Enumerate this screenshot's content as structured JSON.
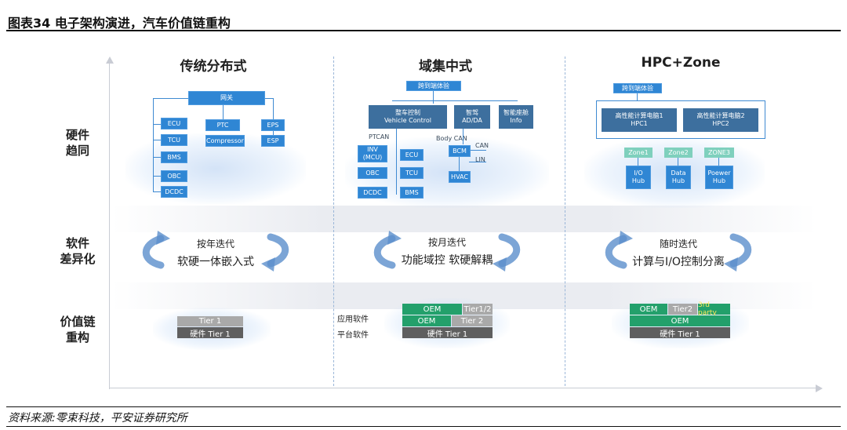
{
  "header": {
    "title": "图表34    电子架构演进，汽车价值链重构"
  },
  "footer": {
    "source": "资料来源:零束科技，平安证券研究所"
  },
  "rows": {
    "hardware": [
      "硬件",
      "趋同"
    ],
    "software": [
      "软件",
      "差异化"
    ],
    "value": [
      "价值链",
      "重构"
    ]
  },
  "columns": {
    "distributed": {
      "title": "传统分布式",
      "gateway": "网关",
      "ecus": [
        "ECU",
        "TCU",
        "BMS",
        "OBC",
        "DCDC"
      ],
      "mid": [
        "PTC",
        "Compressor"
      ],
      "right": [
        "EPS",
        "ESP"
      ],
      "software_line1": "按年迭代",
      "software_line2": "软硬一体嵌入式",
      "tier_top": "Tier 1",
      "tier_bottom": "硬件 Tier 1"
    },
    "domain": {
      "title": "域集中式",
      "top": "跨到端体验",
      "vehicle_control": [
        "整车控制",
        "Vehicle Control"
      ],
      "adas": [
        "智驾",
        "AD/DA"
      ],
      "info": [
        "智能座舱",
        "Info"
      ],
      "ptcan": "PTCAN",
      "bodycan": "Body CAN",
      "can": "CAN",
      "lin": "LIN",
      "left_ecus": [
        "INV (MCU)",
        "OBC",
        "DCDC"
      ],
      "mid_ecus": [
        "ECU",
        "TCU",
        "BMS"
      ],
      "bcm": "BCM",
      "hvac": "HVAC",
      "software_line1": "按月迭代",
      "software_line2": "功能域控 软硬解耦",
      "stack_app": "应用软件",
      "stack_platform": "平台软件",
      "tier_oem1": "OEM",
      "tier_t12": "Tier1/2",
      "tier_oem2": "OEM",
      "tier_t2": "Tier 2",
      "tier_hw": "硬件 Tier 1"
    },
    "hpc": {
      "title": "HPC+Zone",
      "top": "跨到端体验",
      "hpc1": [
        "高性能计算电脑1",
        "HPC1"
      ],
      "hpc2": [
        "高性能计算电脑2",
        "HPC2"
      ],
      "zones": [
        "Zone1",
        "Zone2",
        "ZONE3"
      ],
      "hubs": [
        [
          "I/O",
          "Hub"
        ],
        [
          "Data",
          "Hub"
        ],
        [
          "Poewer",
          "Hub"
        ]
      ],
      "software_line1": "随时迭代",
      "software_line2": "计算与I/O控制分离",
      "tier_oem": "OEM",
      "tier_t2": "Tier2",
      "tier_3rd": "3rd party",
      "tier_oem_full": "OEM",
      "tier_hw": "硬件 Tier 1"
    }
  },
  "colors": {
    "blue": "#2f86d4",
    "navy": "#3d6f9e",
    "green": "#23a06b",
    "gray": "#a9a9a9",
    "dark": "#5f5f5f"
  }
}
